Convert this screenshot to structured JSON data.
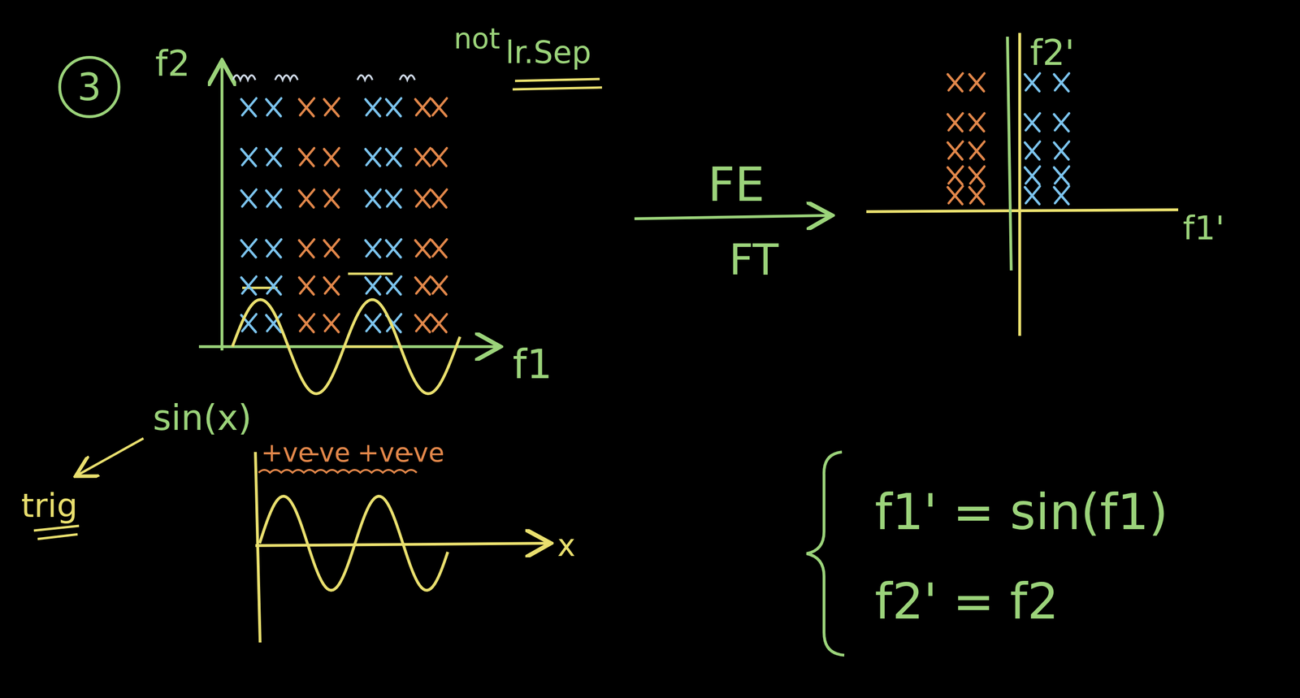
{
  "diagram": {
    "nodes": [
      {
        "text": [
          "3"
        ]
      }
    ],
    "labels": [
      "f2",
      "not",
      "lr.Sep",
      "f1",
      "FE",
      "FT",
      "f2'",
      "f1'",
      "sin(x)",
      "trig",
      "+ve",
      "-ve",
      "+ve",
      "-ve",
      "x",
      "f1' = sin(f1)",
      "f2' = f2"
    ]
  }
}
